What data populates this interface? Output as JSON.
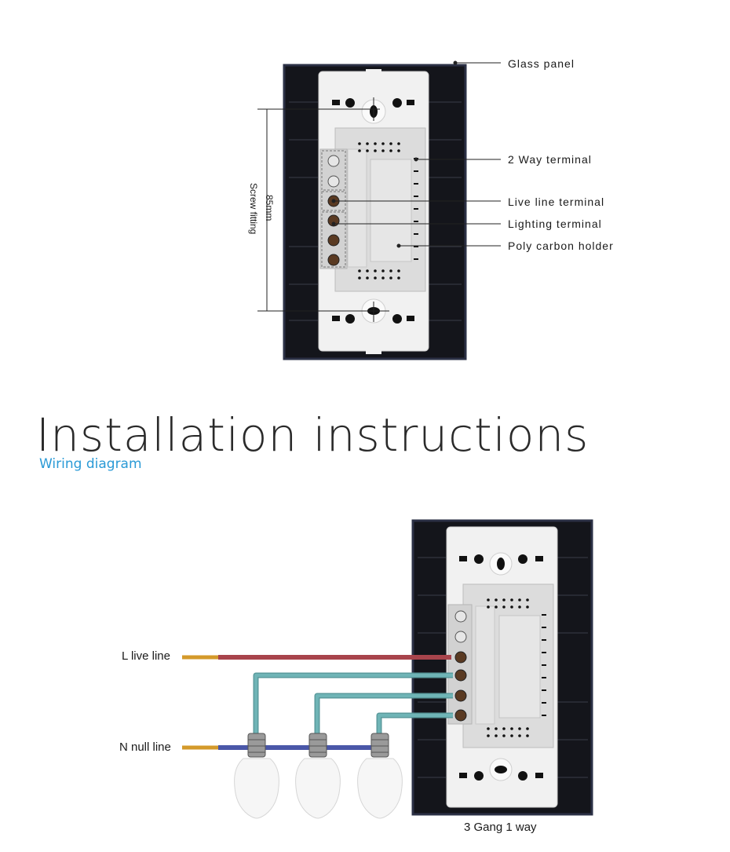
{
  "top_diagram": {
    "labels": {
      "glass_panel": "Glass panel",
      "two_way_terminal": "2 Way terminal",
      "live_line_terminal": "Live line terminal",
      "lighting_terminal": "Lighting terminal",
      "poly_carbon_holder": "Poly carbon holder"
    },
    "dimension": {
      "size": "85mm",
      "caption": "Screw fitting"
    }
  },
  "heading": {
    "title": "Installation instructions",
    "subtitle": "Wiring diagram"
  },
  "wiring": {
    "live_line": "L live line",
    "null_line": "N null line",
    "caption": "3 Gang 1 way"
  },
  "colors": {
    "panel": "#111218",
    "panel_frame": "#2b3045",
    "live_wire": "#a8444c",
    "neutral_wire": "#4a57a8",
    "lamp_wire": "#6fb4b6",
    "subtitle_accent": "#2a9ad6"
  }
}
